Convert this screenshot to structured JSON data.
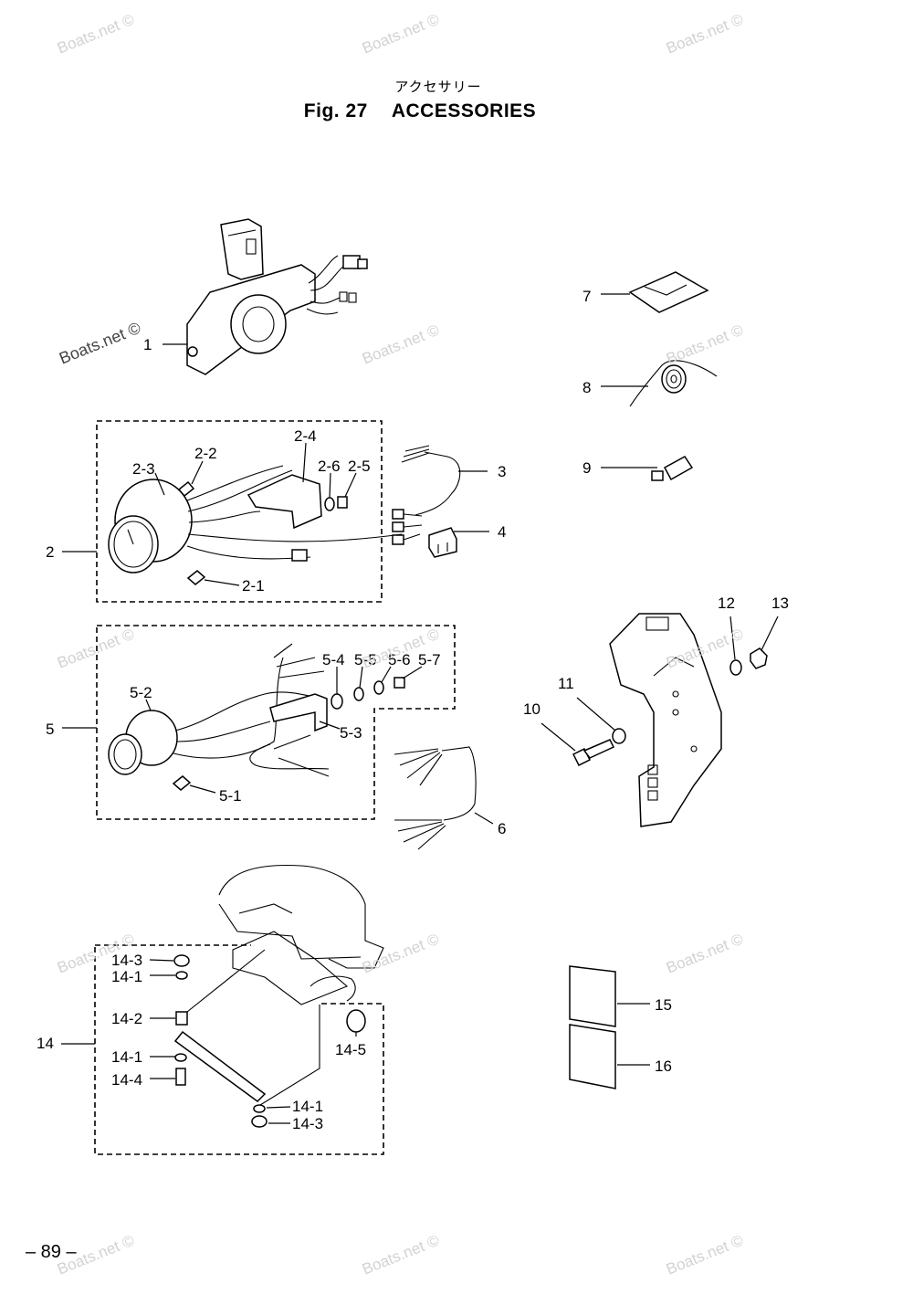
{
  "title": {
    "japanese": "アクセサリー",
    "fig": "Fig. 27",
    "name": "ACCESSORIES"
  },
  "page_number": "– 89 –",
  "watermark": "Boats.net ©",
  "callouts": {
    "c1": "1",
    "c2": "2",
    "c2_1": "2-1",
    "c2_2": "2-2",
    "c2_3": "2-3",
    "c2_4": "2-4",
    "c2_5": "2-5",
    "c2_6": "2-6",
    "c3": "3",
    "c4": "4",
    "c5": "5",
    "c5_1": "5-1",
    "c5_2": "5-2",
    "c5_3": "5-3",
    "c5_4": "5-4",
    "c5_5": "5-5",
    "c5_6": "5-6",
    "c5_7": "5-7",
    "c6": "6",
    "c7": "7",
    "c8": "8",
    "c9": "9",
    "c10": "10",
    "c11": "11",
    "c12": "12",
    "c13": "13",
    "c14": "14",
    "c14_1": "14-1",
    "c14_2": "14-2",
    "c14_3": "14-3",
    "c14_4": "14-4",
    "c14_5": "14-5",
    "c15": "15",
    "c16": "16"
  }
}
